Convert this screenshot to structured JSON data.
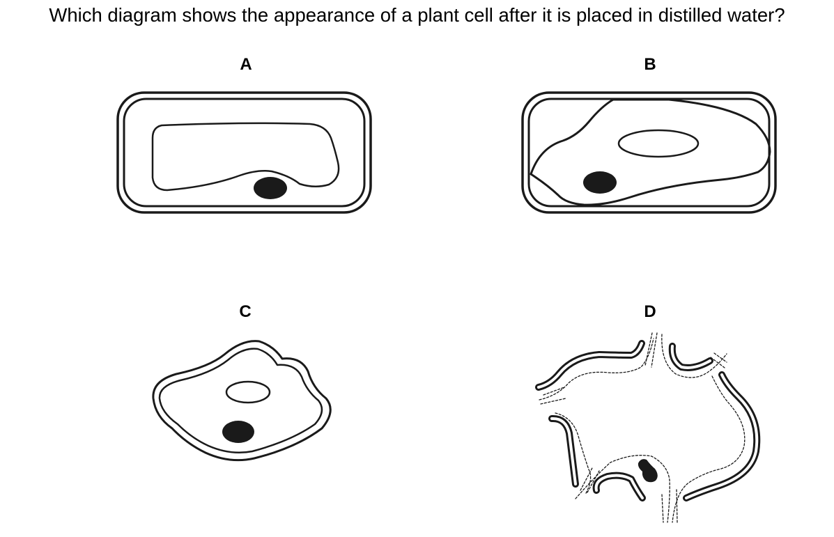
{
  "question": "Which diagram shows the appearance of a plant cell after it is placed in distilled water?",
  "options": [
    {
      "letter": "A"
    },
    {
      "letter": "B"
    },
    {
      "letter": "C"
    },
    {
      "letter": "D"
    }
  ]
}
